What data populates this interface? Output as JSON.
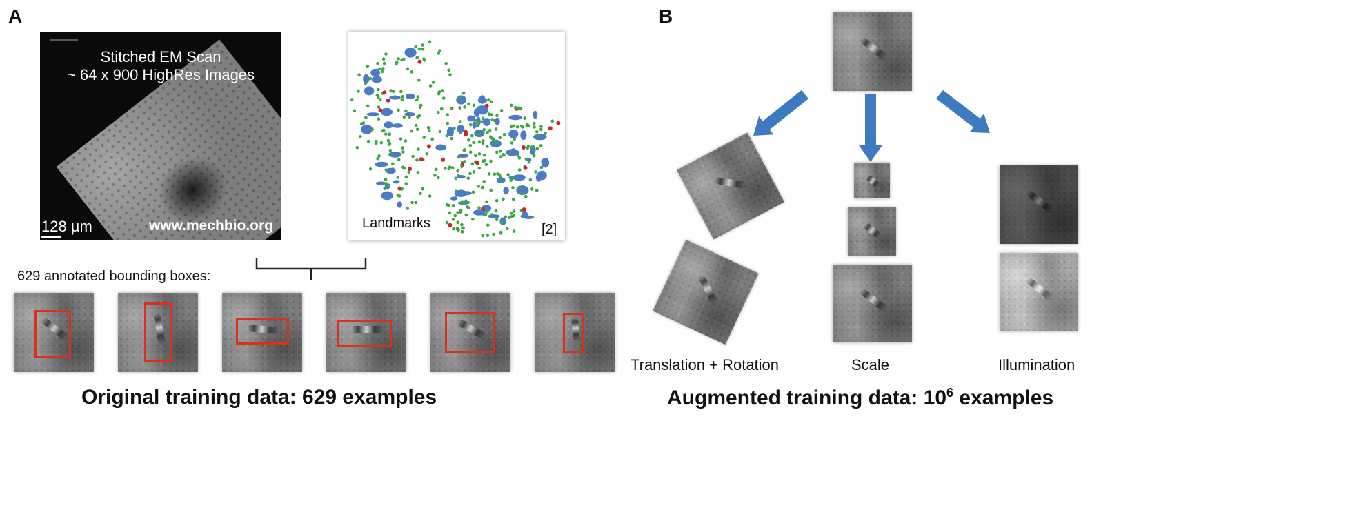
{
  "panel_a": {
    "letter": "A",
    "scan": {
      "title_line1": "Stitched EM Scan",
      "title_line2": "~ 64 x 900 HighRes Images",
      "scale_label": "128 µm",
      "website": "www.mechbio.org"
    },
    "landmarks": {
      "label": "Landmarks",
      "ref": "[2]",
      "colors": {
        "green": "#3aa83e",
        "blue": "#4a7bc4",
        "red": "#c9262a"
      }
    },
    "boxes_label": "629 annotated bounding boxes:",
    "caption": "Original training data: 629 examples"
  },
  "panel_b": {
    "letter": "B",
    "arrow_color": "#3d7ac0",
    "labels": {
      "translation": "Translation + Rotation",
      "scale": "Scale",
      "illumination": "Illumination"
    },
    "caption_prefix": "Augmented training data: 10",
    "caption_exponent": "6",
    "caption_suffix": " examples"
  }
}
